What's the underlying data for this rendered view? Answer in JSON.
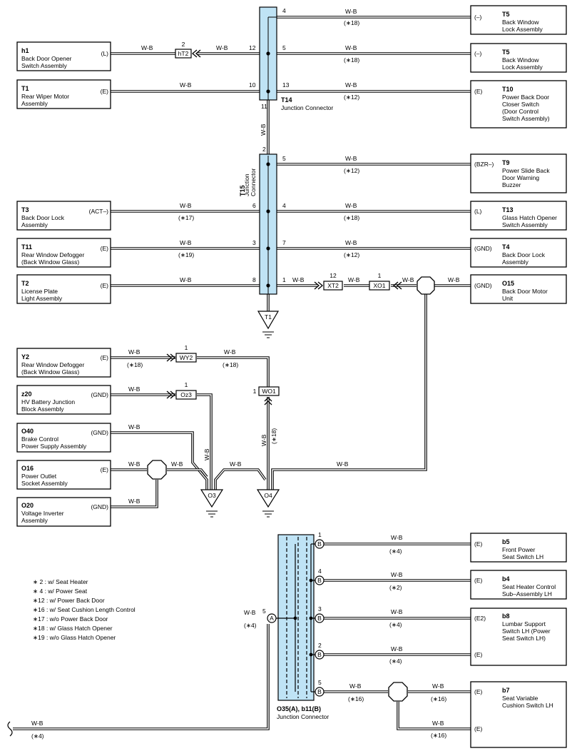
{
  "wire_color": "W-B",
  "junction_connectors": {
    "t14": {
      "code": "T14",
      "name": "Junction Connector"
    },
    "t15": {
      "code": "T15",
      "name": "Junction\nConnector"
    },
    "o35": {
      "code": "O35(A), b11(B)",
      "name": "Junction Connector"
    }
  },
  "components": {
    "h1": {
      "code": "h1",
      "name": [
        "Back Door Opener",
        "Switch Assembly"
      ],
      "terminal": "(L)"
    },
    "t1": {
      "code": "T1",
      "name": [
        "Rear Wiper Motor",
        "Assembly"
      ],
      "terminal": "(E)"
    },
    "t3": {
      "code": "T3",
      "name": [
        "Back Door Lock",
        "Assembly"
      ],
      "terminal": "(ACT–)"
    },
    "t11": {
      "code": "T11",
      "name": [
        "Rear Window Defogger",
        "(Back Window Glass)"
      ],
      "terminal": "(E)"
    },
    "t2": {
      "code": "T2",
      "name": [
        "License Plate",
        "Light Assembly"
      ],
      "terminal": "(E)"
    },
    "y2": {
      "code": "Y2",
      "name": [
        "Rear Window Defogger",
        "(Back Window Glass)"
      ],
      "terminal": "(E)"
    },
    "z20": {
      "code": "z20",
      "name": [
        "HV Battery Junction",
        "Block Assembly"
      ],
      "terminal": "(GND)"
    },
    "o40": {
      "code": "O40",
      "name": [
        "Brake Control",
        "Power Supply Assembly"
      ],
      "terminal": "(GND)"
    },
    "o16": {
      "code": "O16",
      "name": [
        "Power Outlet",
        "Socket Assembly"
      ],
      "terminal": "(E)"
    },
    "o20": {
      "code": "O20",
      "name": [
        "Voltage Inverter",
        "Assembly"
      ],
      "terminal": "(GND)"
    },
    "t5a": {
      "code": "T5",
      "name": [
        "Back Window",
        "Lock Assembly"
      ],
      "terminal": "(–)"
    },
    "t5b": {
      "code": "T5",
      "name": [
        "Back Window",
        "Lock Assembly"
      ],
      "terminal": "(–)"
    },
    "t10": {
      "code": "T10",
      "name": [
        "Power Back Door",
        "Closer Switch",
        "(Door Control",
        " Switch Assembly)"
      ],
      "terminal": "(E)"
    },
    "t9": {
      "code": "T9",
      "name": [
        "Power Slide Back",
        "Door Warning",
        "Buzzer"
      ],
      "terminal": "(BZR–)"
    },
    "t13": {
      "code": "T13",
      "name": [
        "Glass Hatch Opener",
        "Switch Assembly"
      ],
      "terminal": "(L)"
    },
    "t4": {
      "code": "T4",
      "name": [
        "Back Door Lock",
        "Assembly"
      ],
      "terminal": "(GND)"
    },
    "o15": {
      "code": "O15",
      "name": [
        "Back Door Motor",
        "Unit"
      ],
      "terminal": "(GND)"
    },
    "b5": {
      "code": "b5",
      "name": [
        "Front Power",
        "Seat Switch LH"
      ],
      "terminal": "(E)"
    },
    "b4": {
      "code": "b4",
      "name": [
        "Seat Heater Control",
        "Sub–Assembly LH"
      ],
      "terminal": "(E)"
    },
    "b8": {
      "code": "b8",
      "name": [
        "Lumbar Support",
        "Switch LH (Power",
        "Seat Switch LH)"
      ],
      "terminal": "(E2)",
      "terminal2": "(E)"
    },
    "b7": {
      "code": "b7",
      "name": [
        "Seat Variable",
        "Cushion Switch LH"
      ],
      "terminal": "(E)",
      "terminal2": "(E)"
    }
  },
  "inline_connectors": {
    "ht2": {
      "code": "hT2",
      "pin": "2"
    },
    "xt2": {
      "code": "XT2",
      "pin": "12"
    },
    "xo1": {
      "code": "XO1",
      "pin": "1"
    },
    "wy2": {
      "code": "WY2",
      "pin": "1"
    },
    "oz3": {
      "code": "Oz3",
      "pin": "1"
    },
    "wo1": {
      "code": "WO1",
      "pin": "1"
    }
  },
  "grounds": {
    "t1": "T1",
    "o3": "O3",
    "o4": "O4"
  },
  "pins": {
    "t14_4": "4",
    "t14_12": "12",
    "t14_5": "5",
    "t14_10": "10",
    "t14_13": "13",
    "t14_11": "11",
    "t15_2": "2",
    "t15_5": "5",
    "t15_6": "6",
    "t15_4": "4",
    "t15_3": "3",
    "t15_7": "7",
    "t15_8": "8",
    "t15_1": "1",
    "o35_a5": "5",
    "o35_b1": "1",
    "o35_b4": "4",
    "o35_b3": "3",
    "o35_b2": "2",
    "o35_b5": "5",
    "pin_a": "A",
    "pin_b": "B"
  },
  "conditions": {
    "c18": "(∗18)",
    "c12": "(∗12)",
    "c17": "(∗17)",
    "c19": "(∗19)",
    "c4": "(∗4)",
    "c2": "(∗2)",
    "c16": "(∗16)"
  },
  "legend": [
    "∗ 2 : w/ Seat Heater",
    "∗ 4 : w/ Power Seat",
    "∗12 : w/ Power Back Door",
    "∗16 : w/ Seat Cushion Length Control",
    "∗17 : w/o Power Back Door",
    "∗18 : w/ Glass Hatch Opener",
    "∗19 : w/o Glass Hatch Opener"
  ]
}
